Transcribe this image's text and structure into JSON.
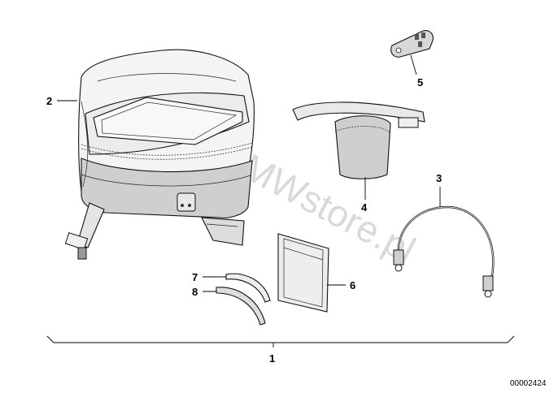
{
  "watermark": "www.BMWstore.pl",
  "reference_number": "00002424",
  "callouts": {
    "c1": "1",
    "c2": "2",
    "c3": "3",
    "c4": "4",
    "c5": "5",
    "c6": "6",
    "c7": "7",
    "c8": "8"
  }
}
